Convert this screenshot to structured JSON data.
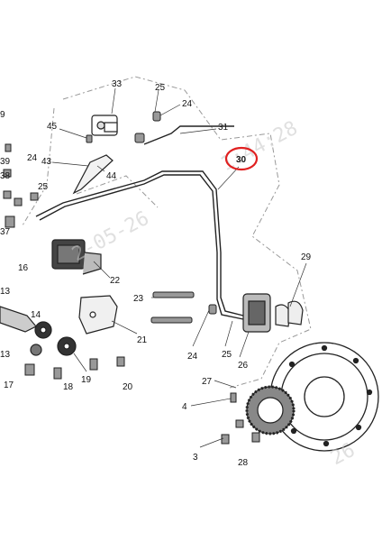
{
  "watermark": {
    "top": "1:44:28",
    "middle": "2-05-26",
    "bottom": "26"
  },
  "highlight": {
    "label": "30",
    "color": "#e02020"
  },
  "labels": {
    "l33": "33",
    "l25a": "25",
    "l24a": "24",
    "l45": "45",
    "l43": "43",
    "l44": "44",
    "l31": "31",
    "l9": "9",
    "l39": "39",
    "l38": "38",
    "l24b": "24",
    "l25b": "25",
    "l37": "37",
    "l16": "16",
    "l22": "22",
    "l13": "13",
    "l14": "14",
    "l13b": "13",
    "l21": "21",
    "l29": "29",
    "l23": "23",
    "l24c": "24",
    "l25c": "25",
    "l26": "26",
    "l19": "19",
    "l17": "17",
    "l18": "18",
    "l20": "20",
    "l27": "27",
    "l4": "4",
    "l3": "3",
    "l28": "28"
  }
}
